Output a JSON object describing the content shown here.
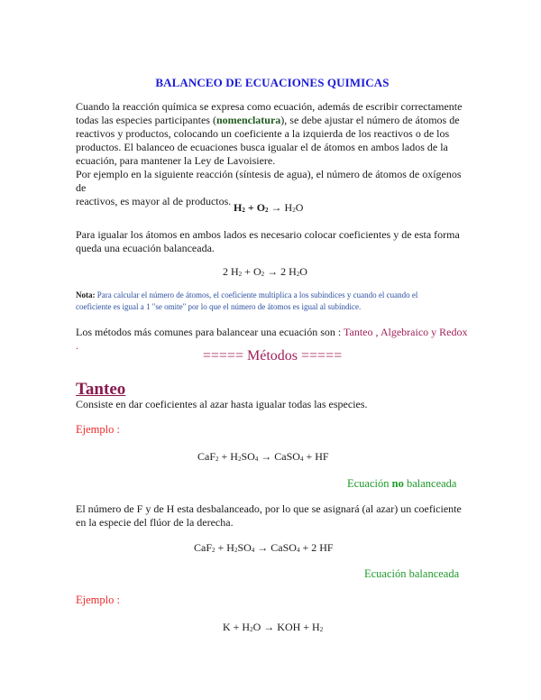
{
  "document": {
    "title": "BALANCEO DE ECUACIONES QUIMICAS",
    "intro": {
      "line1": "Cuando la reacción química se expresa como ecuación, además de escribir correctamente",
      "line2_pre": "todas las especies participantes (",
      "line2_bold": "nomenclatura",
      "line2_post": "), se debe ajustar el número de átomos de",
      "line3": "reactivos y productos, colocando un coeficiente a la izquierda de los reactivos o de los",
      "line4": "productos. El balanceo de ecuaciones busca igualar el de átomos en ambos lados de la",
      "line5": "ecuación, para mantener la Ley de Lavoisiere.",
      "line6": "Por ejemplo en la siguiente reacción (síntesis de agua), el número de átomos de oxígenos de",
      "line7": "reactivos, es mayor al de productos."
    },
    "equation1": {
      "h": "H",
      "two": "2",
      "plus": " + ",
      "o": "O",
      "arrow": " → ",
      "prod_h": "H",
      "prod_o": "O"
    },
    "para2": {
      "line1": "Para igualar los átomos en ambos lados es necesario colocar coeficientes y de esta forma",
      "line2": "queda una ecuación balanceada."
    },
    "equation2": {
      "coef": "2 ",
      "h": "H",
      "two": "2",
      "plus": " + ",
      "o": "O",
      "arrow": " → ",
      "coef2": "2 ",
      "prod_o": "O"
    },
    "nota": {
      "label": "Nota:",
      "line1": " Para calcular el número de átomos, el coeficiente multiplica a los subíndices y cuando el cuando el",
      "line2": "coeficiente es igual a 1 \"se omite\" por lo que el número de átomos es igual al subíndice."
    },
    "methods_line": {
      "text": "Los métodos más comunes para balancear una ecuación son : ",
      "link1": "Tanteo",
      "sep": " , ",
      "link2": "Algebraico y Redox",
      "end": " ."
    },
    "methods_heading": "===== Métodos =====",
    "tanteo": {
      "heading": "Tanteo",
      "description": "Consiste en dar coeficientes al azar hasta igualar todas las especies.",
      "example_label": "Ejemplo :",
      "eq3": {
        "a": "CaF",
        "sub2": "2",
        "b": " + H",
        "c": "SO",
        "sub4": "4",
        "arrow": " → ",
        "d": "CaSO",
        "e": " + HF"
      },
      "status1_pre": "Ecuación ",
      "status1_bold": "no",
      "status1_post": " balanceada",
      "explain_line1": "El número de F y de H esta desbalanceado, por lo que se asignará (al azar) un coeficiente",
      "explain_line2": "en la especie del flúor de la derecha.",
      "eq4": {
        "a": "CaF",
        "sub2": "2",
        "b": " + H",
        "c": "SO",
        "sub4": "4",
        "arrow": " → ",
        "d": "CaSO",
        "e": " + 2 HF"
      },
      "status2": "Ecuación balanceada",
      "example2_label": "Ejemplo :",
      "eq5": {
        "a": "K + H",
        "sub2": "2",
        "b": "O → KOH + H"
      }
    }
  }
}
